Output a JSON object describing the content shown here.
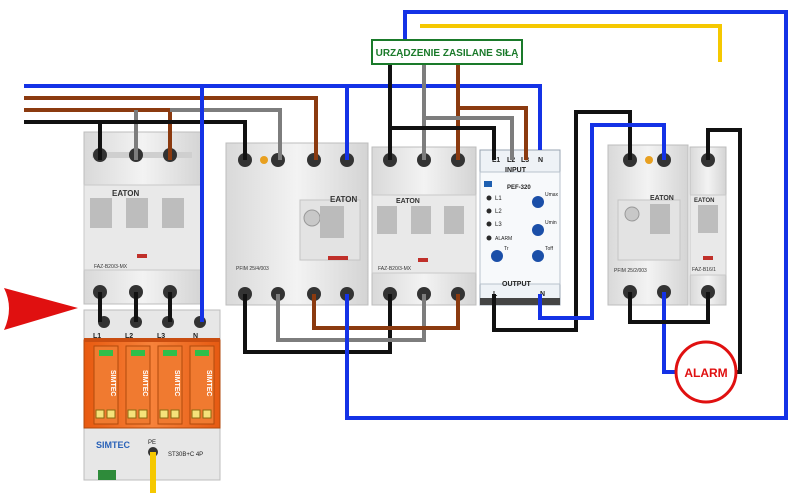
{
  "labels": {
    "device_box": "URZĄDZENIE ZASILANE SIŁĄ",
    "alarm": "ALARM",
    "relay_model": "PEF-320",
    "relay_input": "INPUT",
    "relay_output": "OUTPUT",
    "relay_terms_top": [
      "L1",
      "L2",
      "L3",
      "N"
    ],
    "relay_terms_bottom": [
      "L",
      "N"
    ],
    "relay_leds": [
      "L1",
      "L2",
      "L3",
      "ALARM"
    ],
    "relay_knobs": [
      "Umax",
      "Umin",
      "Tr",
      "Toff"
    ],
    "spd_terms_top": [
      "L1",
      "L2",
      "L3",
      "N"
    ],
    "spd_brand": "SIMTEC",
    "spd_model": "ST30B+C 4P",
    "spd_pe": "PE",
    "eaton": "EATON",
    "breaker1_rating": "FAZ-B20/3-MX",
    "rcd1_rating": "PFIM 25/4/003",
    "breaker2_rating": "FAZ-B20/3-MX",
    "rcd2_rating": "PFIM 25/2/003",
    "breaker3_rating": "FAZ-B16/1"
  },
  "colors": {
    "blue": "#1432e6",
    "brown": "#8b3a0f",
    "grey": "#7d7d7d",
    "black": "#111111",
    "yellow": "#f5c800",
    "green": "#1a7a2a",
    "red": "#e01010",
    "orange": "#f26a1b"
  }
}
